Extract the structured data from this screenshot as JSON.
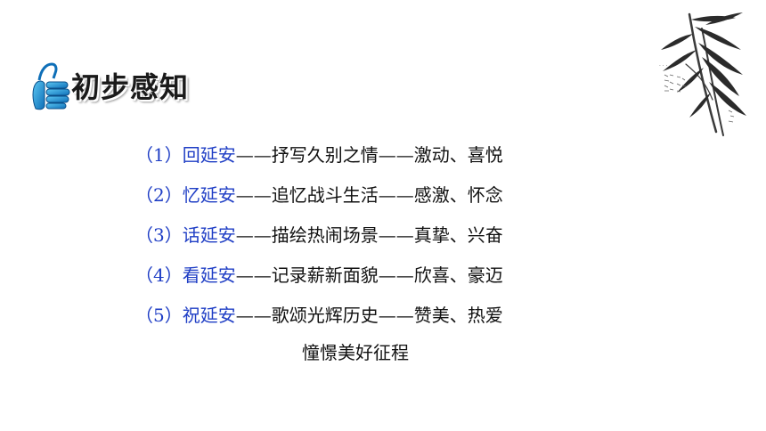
{
  "header": {
    "title": "初步感知",
    "icon": "thumbs-up-icon"
  },
  "colors": {
    "accent": "#1f3ec5",
    "text": "#111111",
    "icon_blue": "#1a8fd6"
  },
  "painting": {
    "icon": "bamboo-painting-icon"
  },
  "items": [
    {
      "label": "（1）回延安",
      "text": "——抒写久别之情——激动、喜悦"
    },
    {
      "label": "（2）忆延安",
      "text": "——追忆战斗生活——感激、怀念"
    },
    {
      "label": "（3）话延安",
      "text": "——描绘热闹场景——真挚、兴奋"
    },
    {
      "label": "（4）看延安",
      "text": "——记录薪新面貌——欣喜、豪迈"
    },
    {
      "label": "（5）祝延安",
      "text": "——歌颂光辉历史——赞美、热爱"
    }
  ],
  "tail": "憧憬美好征程"
}
